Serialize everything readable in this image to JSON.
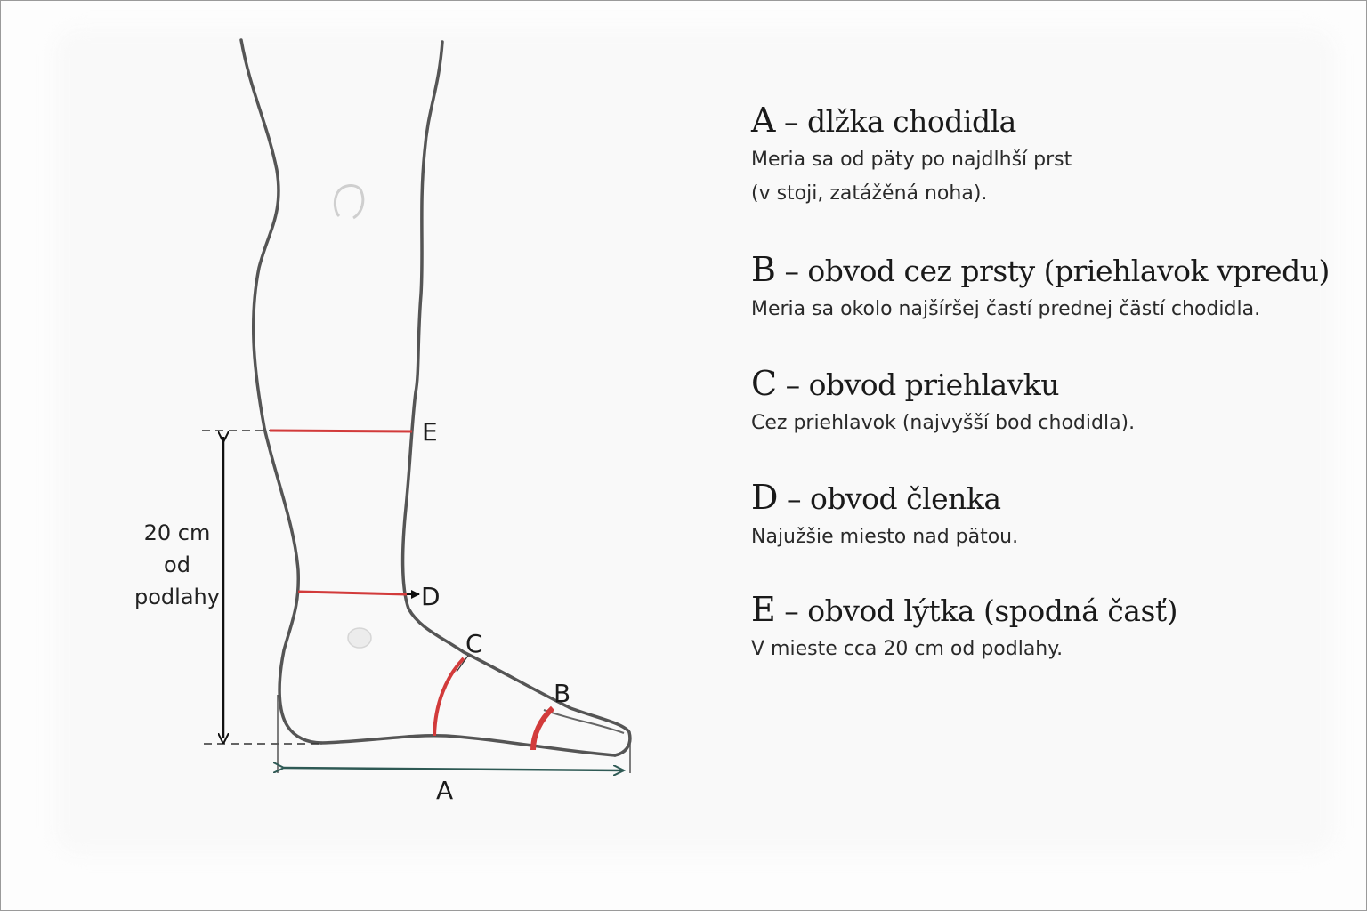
{
  "diagram": {
    "letters": {
      "a": "A",
      "b": "B",
      "c": "C",
      "d": "D",
      "e": "E"
    },
    "height_label": {
      "line1": "20 cm",
      "line2": "od",
      "line3": "podlahy"
    },
    "colors": {
      "outline": "#555555",
      "measure": "#d23b3b",
      "arrow": "#111111",
      "dimension": "#2f5a55"
    }
  },
  "legend": [
    {
      "letter": "A",
      "title": "– dlžka chodidla",
      "desc": [
        "Meria sa od päty po najdlhší prst",
        "(v stoji, zatážěná noha)."
      ]
    },
    {
      "letter": "B",
      "title": "– obvod cez prsty (priehlavok vpredu)",
      "desc": [
        "Meria sa okolo najšíršej častí prednej čästí chodidla."
      ]
    },
    {
      "letter": "C",
      "title": "– obvod priehlavku",
      "desc": [
        "Cez priehlavok (najvyšší bod chodidla)."
      ]
    },
    {
      "letter": "D",
      "title": "– obvod členka",
      "desc": [
        "Najužšie miesto nad pätou."
      ]
    },
    {
      "letter": "E",
      "title": "– obvod lýtka (spodná časť)",
      "desc": [
        "V mieste cca 20 cm od podlahy."
      ]
    }
  ]
}
